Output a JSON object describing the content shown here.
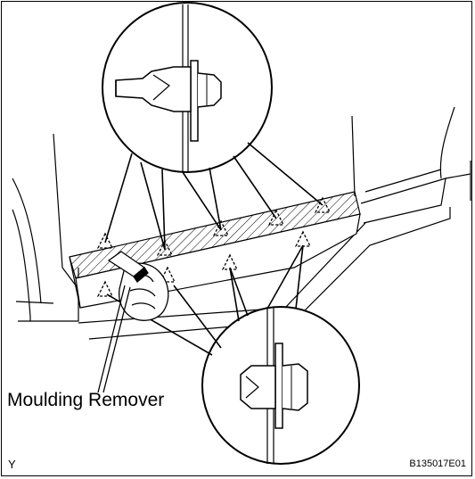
{
  "diagram": {
    "callout_label": "Moulding Remover",
    "corner_letter": "Y",
    "figure_code": "B135017E01"
  },
  "colors": {
    "line": "#000000",
    "background": "#ffffff"
  },
  "icons": {
    "clip_marker": "dashed-triangle-icon",
    "tool": "moulding-remover-tool-icon",
    "hand": "hand-icon",
    "clip_top": "clip-detail-icon",
    "clip_bottom": "clip-detail-icon"
  }
}
